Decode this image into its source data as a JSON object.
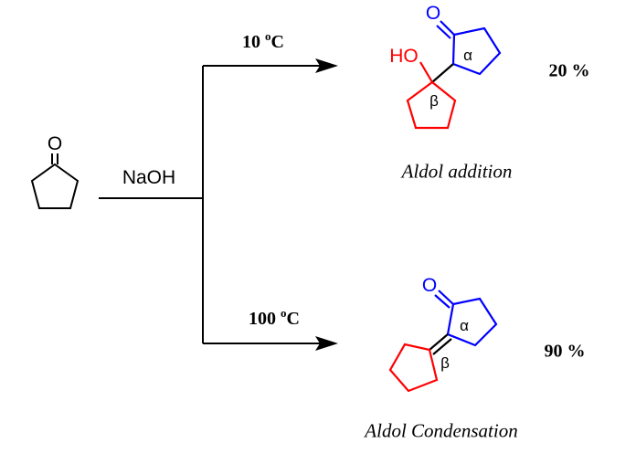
{
  "reagent": "NaOH",
  "top_branch": {
    "temperature": "10",
    "temp_unit": "C",
    "degree": "o",
    "yield": "20 %",
    "product_name": "Aldol addition",
    "hydroxyl": "HO",
    "alpha": "α",
    "beta": "β",
    "carbonyl_o": "O"
  },
  "bottom_branch": {
    "temperature": "100",
    "temp_unit": "C",
    "degree": "o",
    "yield": "90 %",
    "product_name": "Aldol Condensation",
    "alpha": "α",
    "beta": "β",
    "carbonyl_o": "O"
  },
  "starting_material": {
    "carbonyl_o": "O"
  },
  "colors": {
    "red": "#ff0000",
    "blue": "#0000ff",
    "black": "#000000"
  }
}
